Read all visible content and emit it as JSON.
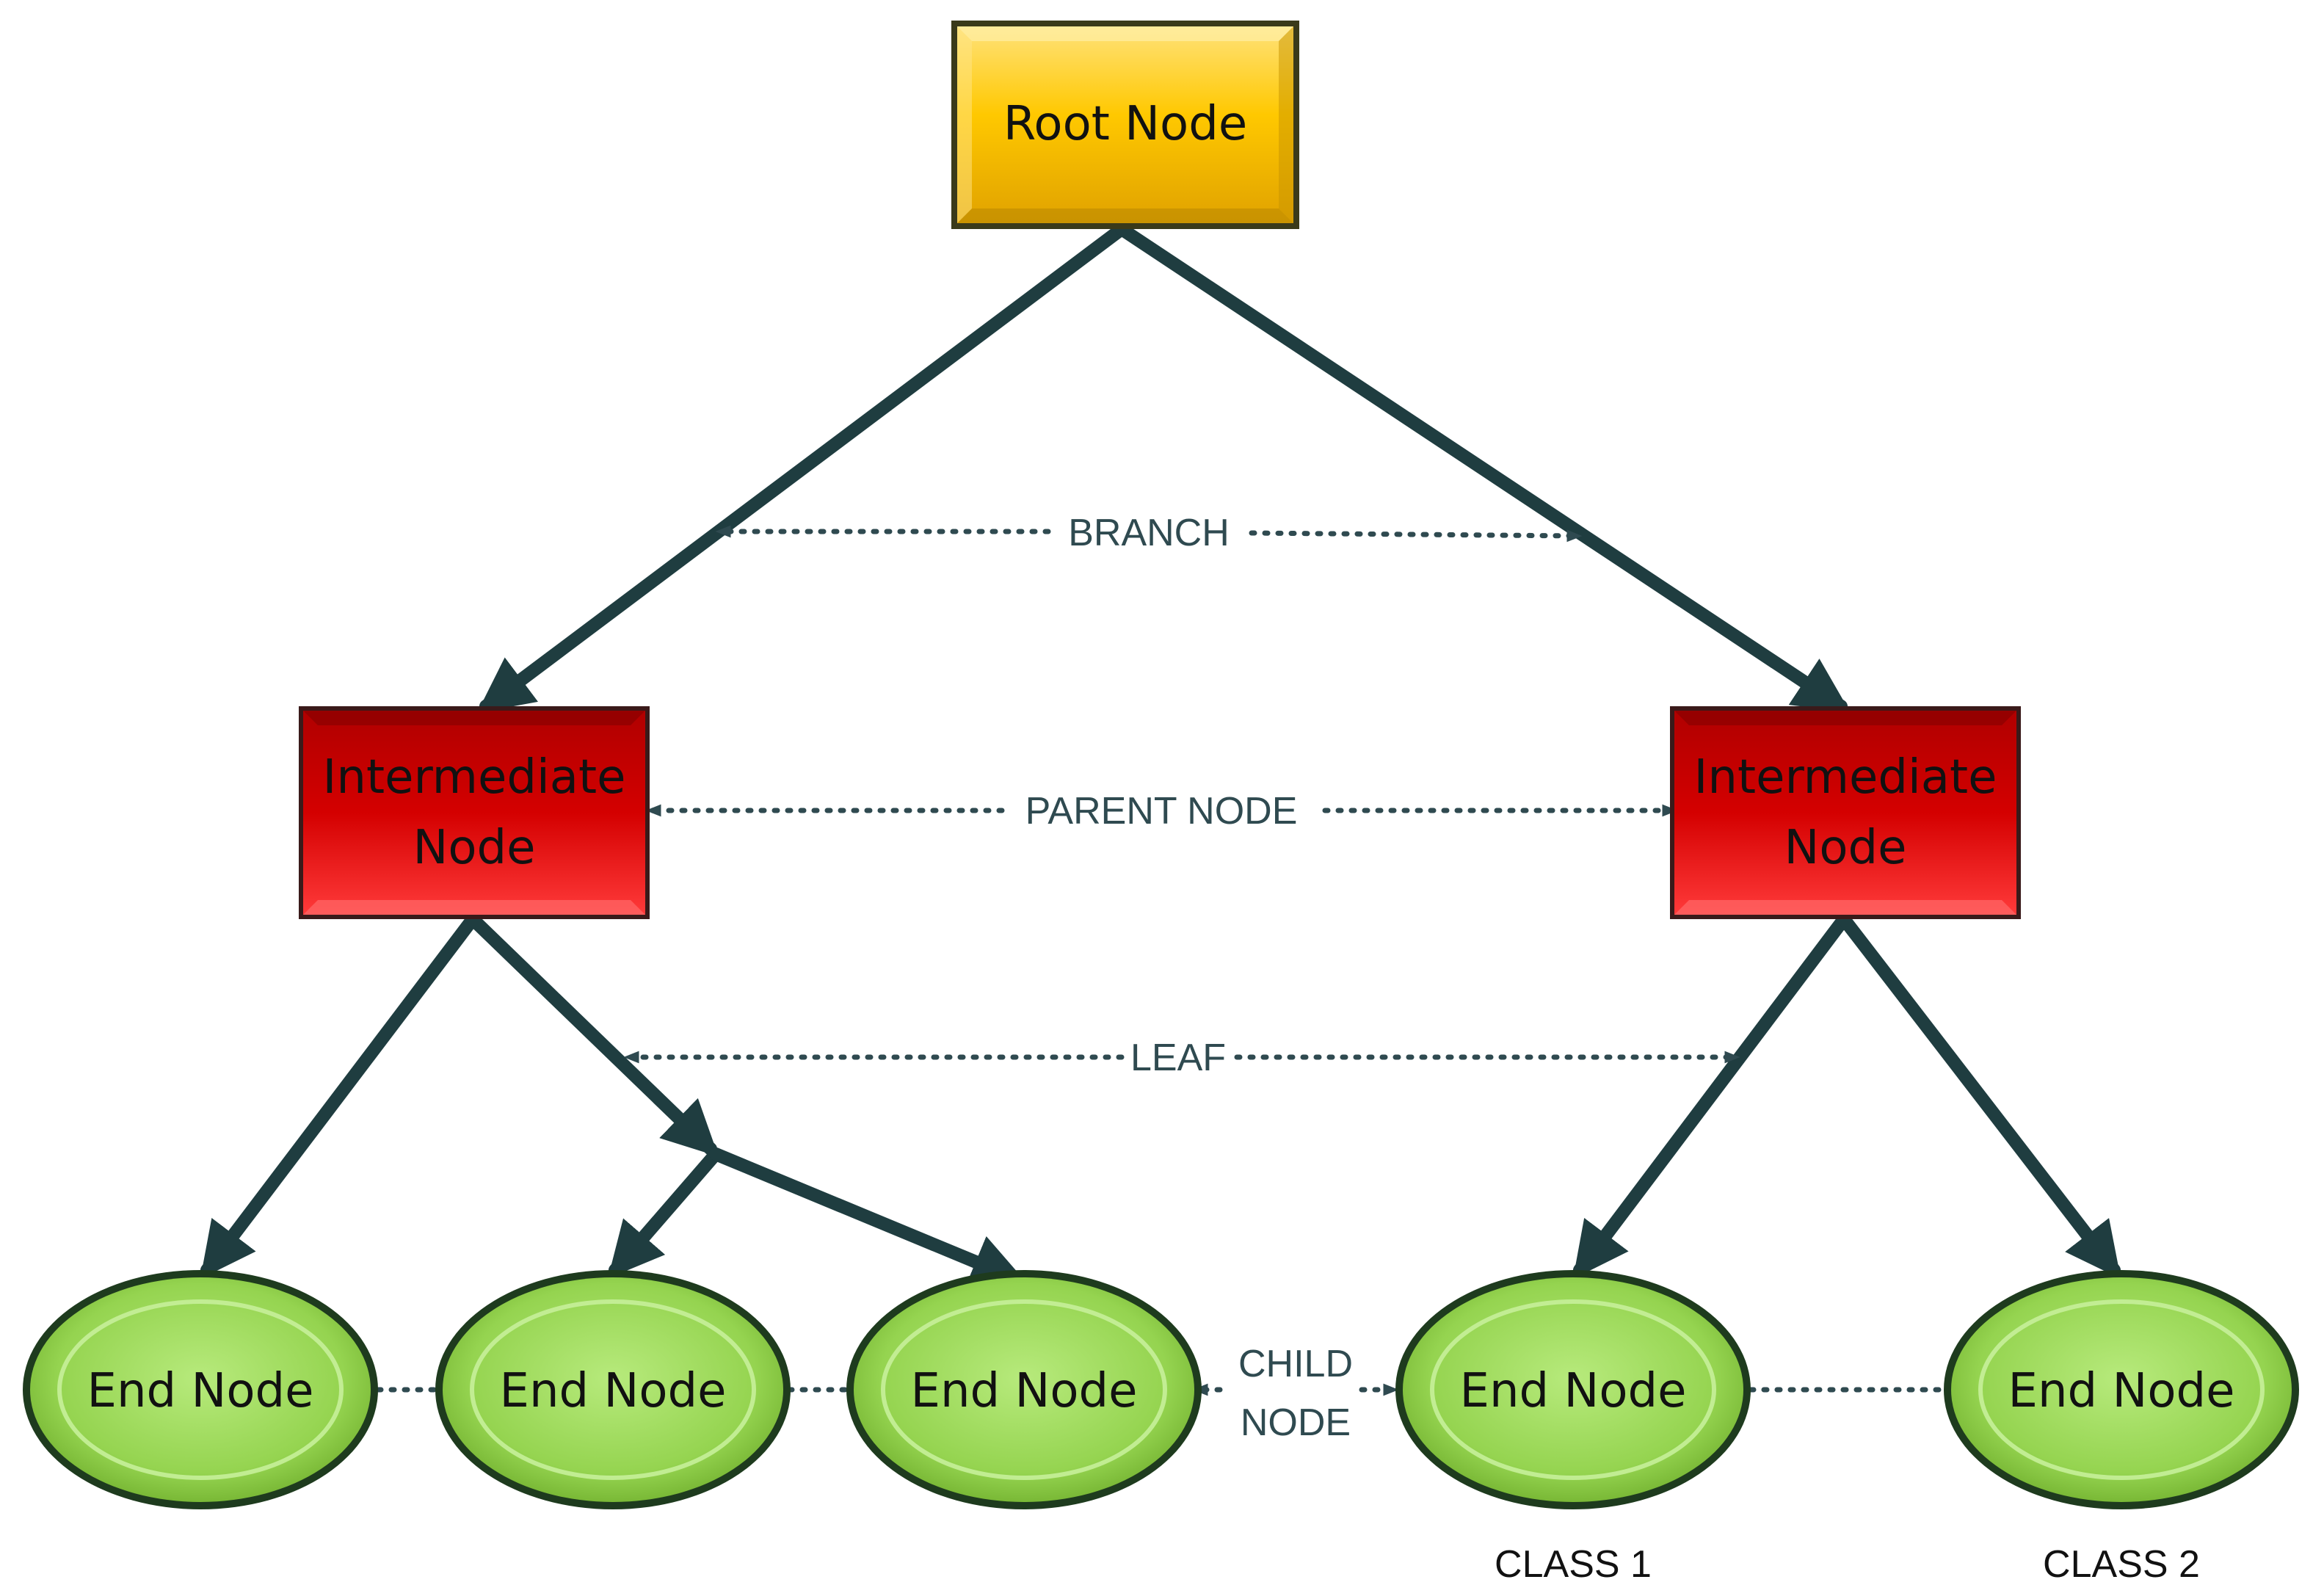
{
  "nodes": {
    "root": {
      "label": "Root Node"
    },
    "intermediate_left": {
      "line1": "Intermediate",
      "line2": "Node"
    },
    "intermediate_right": {
      "line1": "Intermediate",
      "line2": "Node"
    },
    "end_nodes": [
      "End Node",
      "End Node",
      "End Node",
      "End Node",
      "End Node"
    ]
  },
  "annotations": {
    "branch": "BRANCH",
    "parent_node": "PARENT NODE",
    "leaf": "LEAF",
    "child_node_line1": "CHILD",
    "child_node_line2": "NODE"
  },
  "classes": {
    "class_1": "CLASS 1",
    "class_2": "CLASS 2"
  },
  "colors": {
    "root_fill": "#ffc000",
    "intermediate_fill": "#c00000",
    "end_fill": "#92d050",
    "edge": "#1f3d40",
    "annotation": "#2f4a50"
  }
}
